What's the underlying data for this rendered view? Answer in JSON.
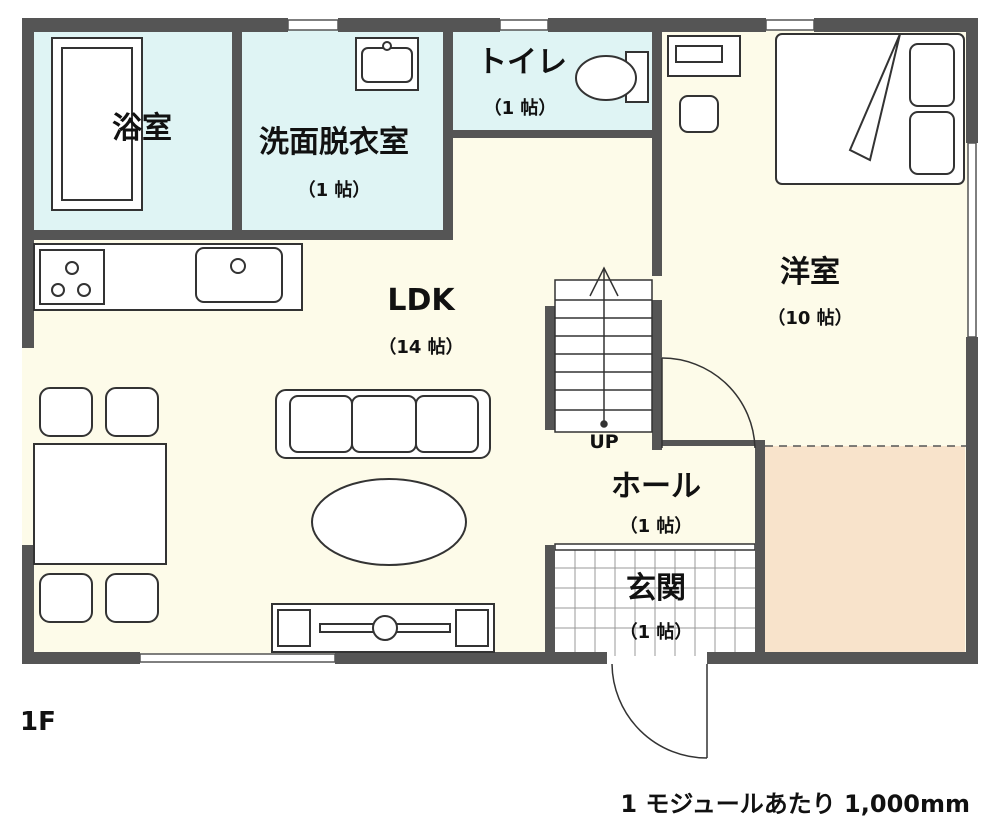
{
  "floor_label": "1F",
  "scale_note": "1 モジュールあたり 1,000mm",
  "stairs_label": "UP",
  "rooms": {
    "bath": {
      "name": "浴室"
    },
    "wash": {
      "name": "洗面脱衣室",
      "area": "（1 帖）"
    },
    "toilet": {
      "name": "トイレ",
      "area": "（1 帖）"
    },
    "western": {
      "name": "洋室",
      "area": "（10 帖）"
    },
    "ldk": {
      "name": "LDK",
      "area": "（14 帖）"
    },
    "hall": {
      "name": "ホール",
      "area": "（1 帖）"
    },
    "entrance": {
      "name": "玄関",
      "area": "（1 帖）"
    }
  },
  "colors": {
    "wall": "#555555",
    "ldk_floor": "#fdfbe9",
    "wet_floor": "#dff4f4",
    "storage_floor": "#f8e3cb",
    "line": "#333333"
  }
}
